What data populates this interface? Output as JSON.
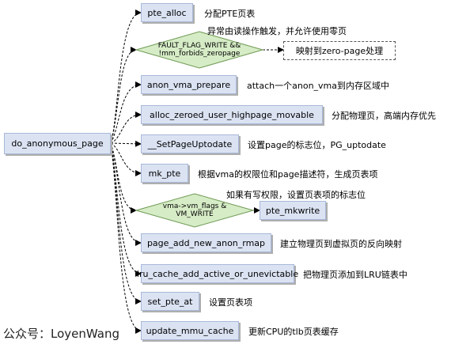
{
  "root": {
    "label": "do_anonymous_page"
  },
  "steps": [
    {
      "label": "pte_alloc",
      "note": "分配PTE页表"
    },
    {
      "label": "anon_vma_prepare",
      "note": "attach一个anon_vma到内存区域中"
    },
    {
      "label": "alloc_zeroed_user_highpage_movable",
      "note": "分配物理页，高端内存优先"
    },
    {
      "label": "__SetPageUptodate",
      "note": "设置page的标志位，PG_uptodate"
    },
    {
      "label": "mk_pte",
      "note": "根据vma的权限位和page描述符，生成页表项"
    },
    {
      "label": "pte_mkwrite",
      "note": ""
    },
    {
      "label": "page_add_new_anon_rmap",
      "note": "建立物理页到虚拟页的反向映射"
    },
    {
      "label": "lru_cache_add_active_or_unevictable",
      "note": "把物理页添加到LRU链表中"
    },
    {
      "label": "set_pte_at",
      "note": "设置页表项"
    },
    {
      "label": "update_mmu_cache",
      "note": "更新CPU的tlb页表缓存"
    }
  ],
  "decisions": [
    {
      "line1": "FAULT_FLAG_WRITE &&",
      "line2": "!mm_forbids_zeropage",
      "note": "异常由读操作触发，并允许使用零页",
      "target": "映射到zero-page处理"
    },
    {
      "line1": "vma->vm_flags &",
      "line2": "VM_WRITE",
      "note": "如果有写权限，设置页表项的标志位"
    }
  ],
  "footer": "公众号：LoyenWang",
  "colors": {
    "box_fill": "#dbe3f3",
    "box_border": "#a7b8d8",
    "diamond_fill": "#d6ecc6",
    "diamond_border": "#6f9a55"
  }
}
